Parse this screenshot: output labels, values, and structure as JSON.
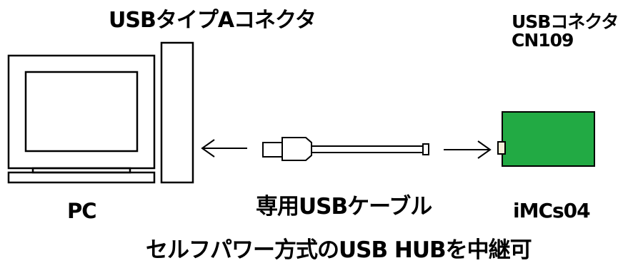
{
  "labels": {
    "usb_type_a_connector": "USBタイプAコネクタ",
    "usb_connector_line1": "USBコネクタ",
    "usb_connector_line2": "CN109",
    "pc": "PC",
    "dedicated_cable": "専用USBケーブル",
    "board": "iMCs04",
    "hub_note": "セルフパワー方式のUSB HUBを中継可"
  },
  "colors": {
    "board_fill": "#22aa44",
    "connector_fill": "#f4f0d8",
    "line": "#000000"
  },
  "icons": {
    "pc": "pc-monitor-tower-icon",
    "cable": "usb-cable-icon",
    "board": "circuit-board-icon"
  }
}
